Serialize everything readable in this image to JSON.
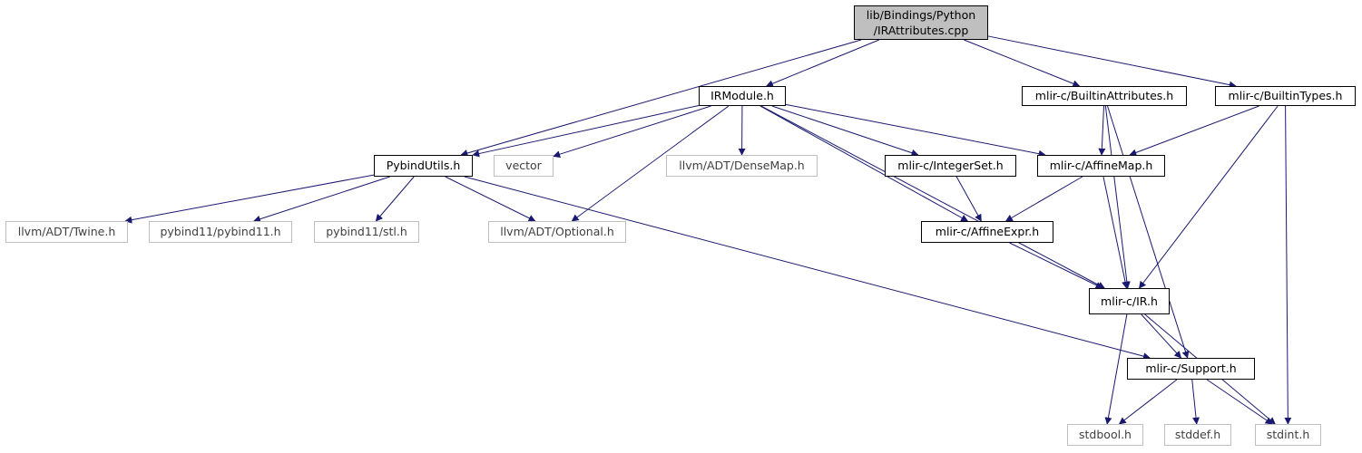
{
  "graph": {
    "nodes": [
      {
        "id": "root",
        "lines": [
          "lib/Bindings/Python",
          "/IRAttributes.cpp"
        ],
        "kind": "root"
      },
      {
        "id": "irmodule",
        "label": "IRModule.h",
        "kind": "doc"
      },
      {
        "id": "builtinattrs",
        "label": "mlir-c/BuiltinAttributes.h",
        "kind": "doc"
      },
      {
        "id": "builtintypes",
        "label": "mlir-c/BuiltinTypes.h",
        "kind": "doc"
      },
      {
        "id": "pybindutils",
        "label": "PybindUtils.h",
        "kind": "doc"
      },
      {
        "id": "vector",
        "label": "vector",
        "kind": "external"
      },
      {
        "id": "densemap",
        "label": "llvm/ADT/DenseMap.h",
        "kind": "external"
      },
      {
        "id": "integerset",
        "label": "mlir-c/IntegerSet.h",
        "kind": "doc"
      },
      {
        "id": "affinemap",
        "label": "mlir-c/AffineMap.h",
        "kind": "doc"
      },
      {
        "id": "twine",
        "label": "llvm/ADT/Twine.h",
        "kind": "external"
      },
      {
        "id": "pybind11",
        "label": "pybind11/pybind11.h",
        "kind": "external"
      },
      {
        "id": "stl",
        "label": "pybind11/stl.h",
        "kind": "external"
      },
      {
        "id": "optional",
        "label": "llvm/ADT/Optional.h",
        "kind": "external"
      },
      {
        "id": "affineexpr",
        "label": "mlir-c/AffineExpr.h",
        "kind": "doc"
      },
      {
        "id": "ir",
        "label": "mlir-c/IR.h",
        "kind": "doc"
      },
      {
        "id": "support",
        "label": "mlir-c/Support.h",
        "kind": "doc"
      },
      {
        "id": "stdbool",
        "label": "stdbool.h",
        "kind": "external"
      },
      {
        "id": "stddef",
        "label": "stddef.h",
        "kind": "external"
      },
      {
        "id": "stdint",
        "label": "stdint.h",
        "kind": "external"
      }
    ],
    "edges": [
      [
        "root",
        "irmodule"
      ],
      [
        "root",
        "pybindutils"
      ],
      [
        "root",
        "builtinattrs"
      ],
      [
        "root",
        "builtintypes"
      ],
      [
        "irmodule",
        "pybindutils"
      ],
      [
        "irmodule",
        "vector"
      ],
      [
        "irmodule",
        "densemap"
      ],
      [
        "irmodule",
        "integerset"
      ],
      [
        "irmodule",
        "affinemap"
      ],
      [
        "irmodule",
        "optional"
      ],
      [
        "irmodule",
        "affineexpr"
      ],
      [
        "irmodule",
        "ir"
      ],
      [
        "builtinattrs",
        "affinemap"
      ],
      [
        "builtinattrs",
        "ir"
      ],
      [
        "builtinattrs",
        "support"
      ],
      [
        "builtintypes",
        "affinemap"
      ],
      [
        "builtintypes",
        "ir"
      ],
      [
        "builtintypes",
        "stdint"
      ],
      [
        "pybindutils",
        "twine"
      ],
      [
        "pybindutils",
        "pybind11"
      ],
      [
        "pybindutils",
        "stl"
      ],
      [
        "pybindutils",
        "optional"
      ],
      [
        "pybindutils",
        "support"
      ],
      [
        "integerset",
        "affineexpr"
      ],
      [
        "affinemap",
        "affineexpr"
      ],
      [
        "affinemap",
        "ir"
      ],
      [
        "affineexpr",
        "ir"
      ],
      [
        "ir",
        "support"
      ],
      [
        "ir",
        "stdbool"
      ],
      [
        "ir",
        "stdint"
      ],
      [
        "support",
        "stdbool"
      ],
      [
        "support",
        "stddef"
      ],
      [
        "support",
        "stdint"
      ]
    ],
    "colors": {
      "edge": "#191970",
      "node_border": "#000000",
      "external_border": "#bfbfbf",
      "root_fill": "#bfbfbf"
    }
  }
}
